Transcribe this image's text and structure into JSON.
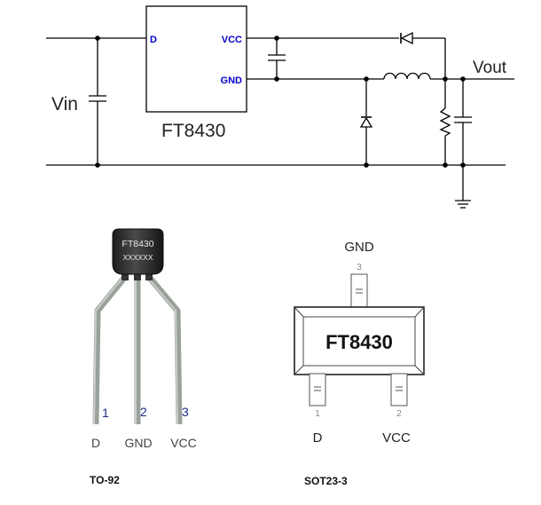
{
  "schematic": {
    "chip_name": "FT8430",
    "pin_d": "D",
    "pin_vcc": "VCC",
    "pin_gnd": "GND",
    "vin_label": "Vin",
    "vout_label": "Vout",
    "pin_label_color": "#0000cc"
  },
  "to92": {
    "body_line1": "FT8430",
    "body_line2": "XXXXXX",
    "pin_numbers": [
      "1",
      "2",
      "3"
    ],
    "pin_numbers_color": "#1a2a88",
    "pin_names": [
      "D",
      "GND",
      "VCC"
    ],
    "pin_names_color": "#444444",
    "package_label": "TO-92"
  },
  "sot23": {
    "chip_name": "FT8430",
    "top_pin_label": "GND",
    "top_pin_number": "3",
    "bottom_pin_numbers": [
      "1",
      "2"
    ],
    "bottom_pin_labels": [
      "D",
      "VCC"
    ],
    "package_label": "SOT23-3"
  }
}
